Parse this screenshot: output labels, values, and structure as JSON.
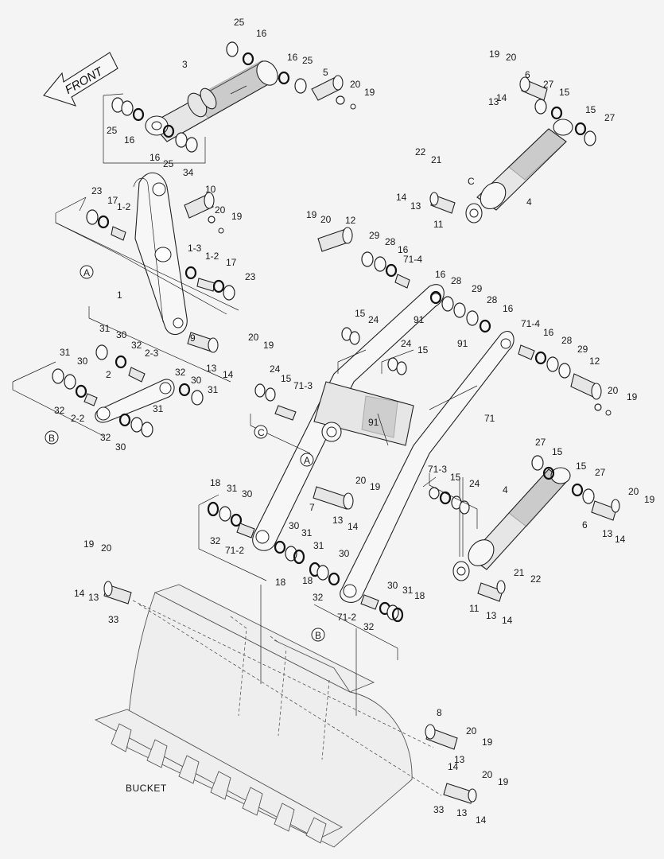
{
  "labels": {
    "front": "FRONT",
    "bucket": "BUCKET",
    "ref_a": "A",
    "ref_b": "B",
    "ref_c": "C"
  },
  "callouts": [
    "25",
    "16",
    "16",
    "25",
    "3",
    "5",
    "20",
    "19",
    "25",
    "16",
    "16",
    "25",
    "34",
    "19",
    "20",
    "6",
    "27",
    "15",
    "14",
    "13",
    "15",
    "27",
    "22",
    "21",
    "14",
    "13",
    "C",
    "4",
    "11",
    "10",
    "20",
    "19",
    "23",
    "17",
    "1-2",
    "1-3",
    "1-2",
    "17",
    "23",
    "1",
    "19",
    "20",
    "12",
    "29",
    "28",
    "16",
    "71-4",
    "16",
    "28",
    "29",
    "28",
    "16",
    "15",
    "24",
    "91",
    "24",
    "15",
    "91",
    "71-4",
    "16",
    "28",
    "29",
    "12",
    "20",
    "19",
    "9",
    "20",
    "19",
    "13",
    "14",
    "31",
    "30",
    "32",
    "2-3",
    "31",
    "30",
    "2",
    "32",
    "30",
    "31",
    "32",
    "2-2",
    "32",
    "31",
    "30",
    "24",
    "15",
    "71-3",
    "91",
    "71",
    "27",
    "15",
    "15",
    "27",
    "4",
    "18",
    "31",
    "30",
    "20",
    "19",
    "7",
    "13",
    "14",
    "71-3",
    "15",
    "24",
    "32",
    "71-2",
    "30",
    "31",
    "18",
    "31",
    "30",
    "18",
    "32",
    "20",
    "19",
    "6",
    "13",
    "14",
    "19",
    "20",
    "14",
    "13",
    "33",
    "30",
    "31",
    "18",
    "71-2",
    "32",
    "21",
    "22",
    "11",
    "13",
    "14",
    "8",
    "20",
    "19",
    "13",
    "14",
    "20",
    "19",
    "33",
    "13",
    "14"
  ]
}
